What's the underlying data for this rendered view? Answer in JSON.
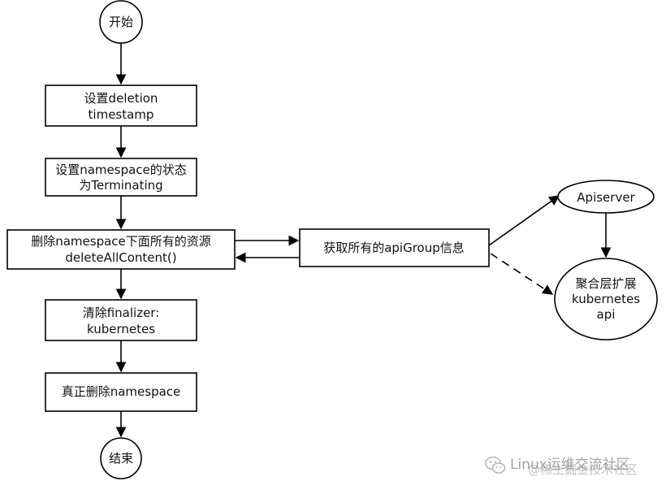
{
  "nodes": {
    "start": {
      "label": "开始"
    },
    "set_deletion": {
      "lines": [
        "设置deletion",
        "timestamp"
      ]
    },
    "set_status": {
      "lines": [
        "设置namespace的状态",
        "为Terminating"
      ]
    },
    "delete_content": {
      "lines": [
        "删除namespace下面所有的资源",
        "deleteAllContent()"
      ]
    },
    "get_groups": {
      "label": "获取所有的apiGroup信息"
    },
    "apiserver": {
      "label": "Apiserver"
    },
    "aggregator": {
      "lines": [
        "聚合层扩展",
        "kubernetes",
        "api"
      ]
    },
    "clear_finalizer": {
      "lines": [
        "清除finalizer:",
        "kubernetes"
      ]
    },
    "real_delete": {
      "label": "真正删除namespace"
    },
    "end": {
      "label": "结束"
    }
  },
  "edges": [
    {
      "from": "start",
      "to": "set_deletion",
      "style": "solid"
    },
    {
      "from": "set_deletion",
      "to": "set_status",
      "style": "solid"
    },
    {
      "from": "set_status",
      "to": "delete_content",
      "style": "solid"
    },
    {
      "from": "delete_content",
      "to": "get_groups",
      "style": "solid"
    },
    {
      "from": "get_groups",
      "to": "delete_content",
      "style": "solid"
    },
    {
      "from": "get_groups",
      "to": "apiserver",
      "style": "solid"
    },
    {
      "from": "get_groups",
      "to": "aggregator",
      "style": "dashed"
    },
    {
      "from": "apiserver",
      "to": "aggregator",
      "style": "solid"
    },
    {
      "from": "delete_content",
      "to": "clear_finalizer",
      "style": "solid"
    },
    {
      "from": "clear_finalizer",
      "to": "real_delete",
      "style": "solid"
    },
    {
      "from": "real_delete",
      "to": "end",
      "style": "solid"
    }
  ],
  "watermark": {
    "line1": "Linux运维交流社区",
    "line2": "@稀土掘金技术社区",
    "icon": "wechat-icon"
  }
}
